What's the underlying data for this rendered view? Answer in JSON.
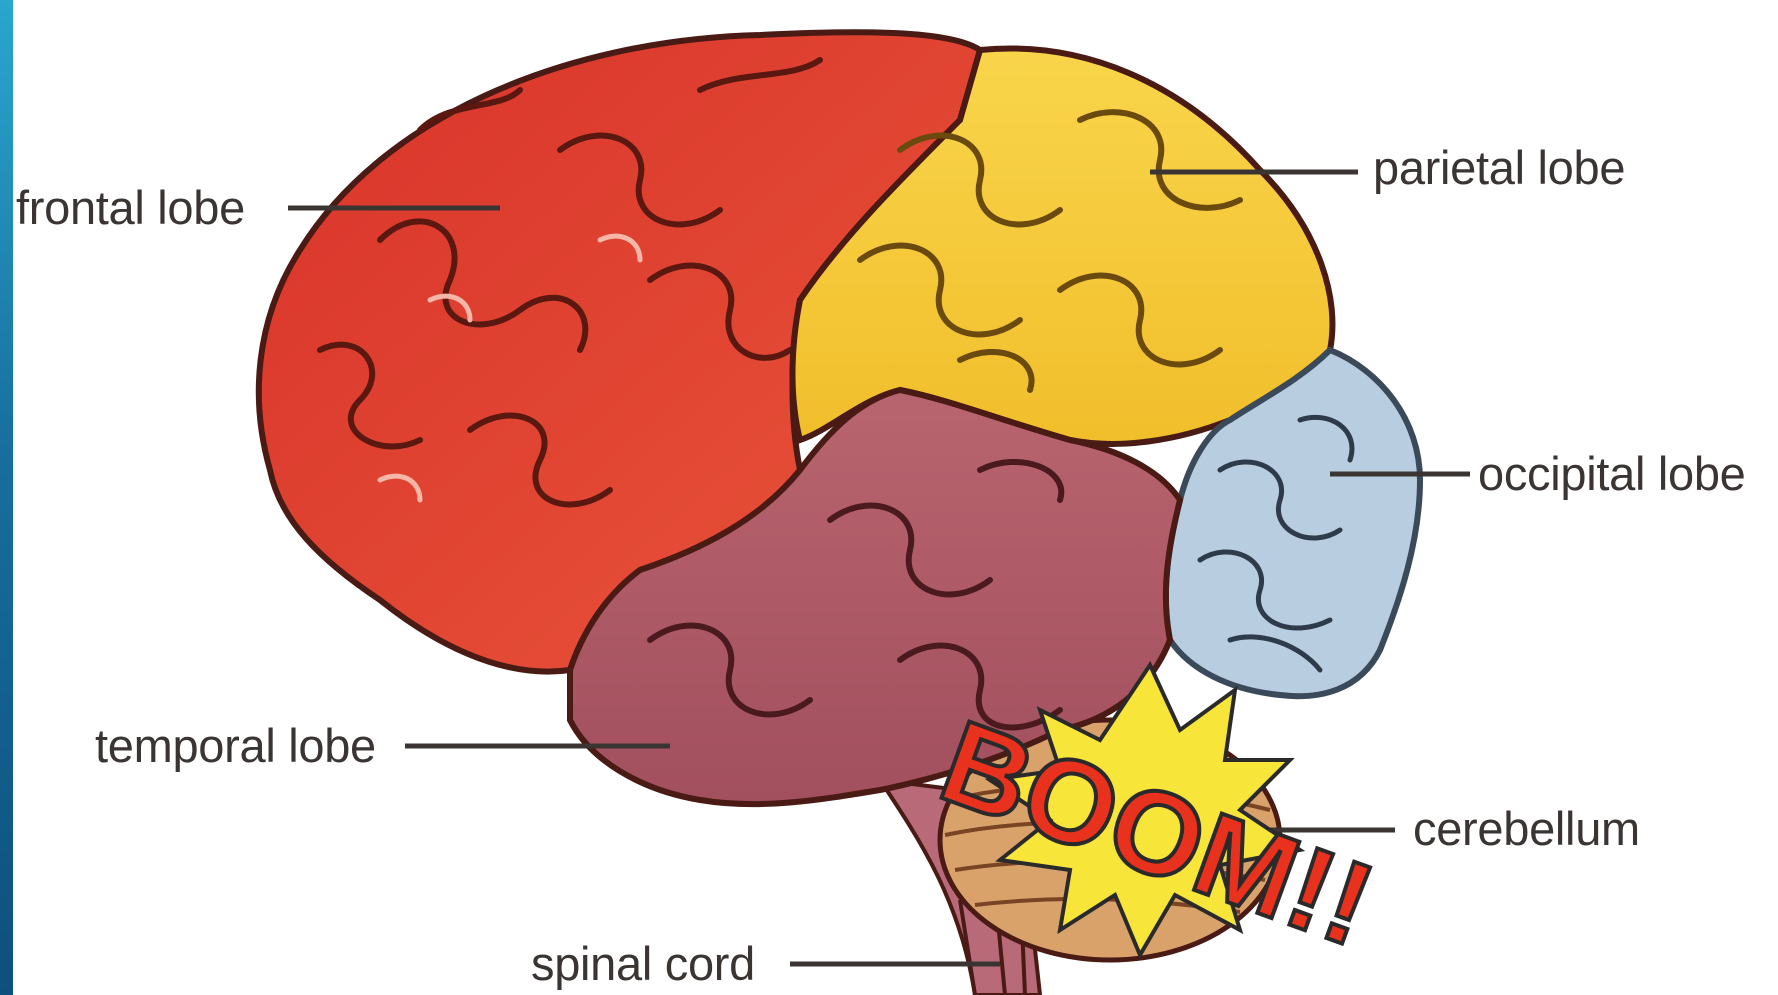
{
  "diagram": {
    "labels": {
      "frontal_lobe": "frontal lobe",
      "parietal_lobe": "parietal lobe",
      "occipital_lobe": "occipital lobe",
      "temporal_lobe": "temporal lobe",
      "cerebellum": "cerebellum",
      "spinal_cord": "spinal cord"
    },
    "colors": {
      "frontal": "#e0402c",
      "parietal": "#f7cd3a",
      "occipital": "#b9cde0",
      "temporal": "#b4606e",
      "cerebellum": "#d9a26a",
      "spinal_cord": "#b86a78",
      "leader_line": "#3a3533",
      "outline": "#4a1a14"
    },
    "sticker": {
      "text": "BOOM!!",
      "fill": "#e8321e",
      "burst": "#f7e53a"
    }
  },
  "slide": {
    "background": "#176f9e"
  }
}
